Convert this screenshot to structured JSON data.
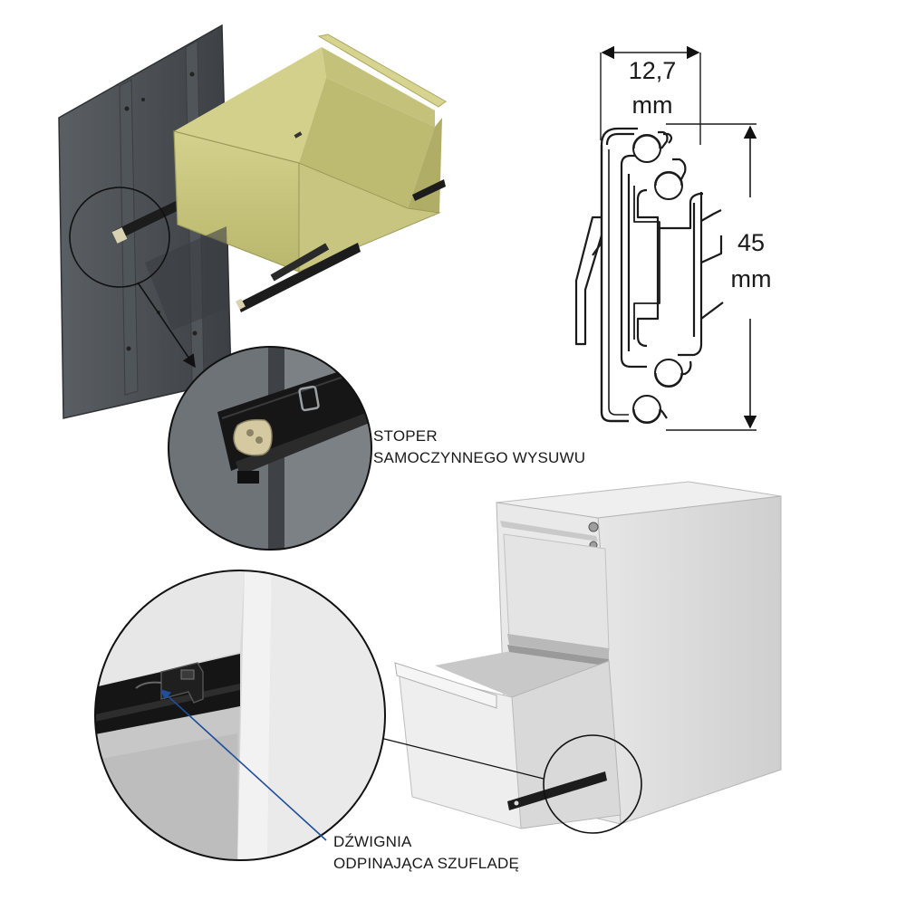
{
  "dimensions": {
    "width_value": "12,7",
    "width_unit": "mm",
    "height_value": "45",
    "height_unit": "mm"
  },
  "callouts": {
    "stopper_line1": "STOPER",
    "stopper_line2": "SAMOCZYNNEGO WYSUWU",
    "lever_line1": "DŹWIGNIA",
    "lever_line2": "ODPINAJĄCA SZUFLADĘ"
  },
  "colors": {
    "drawer_olive": "#c9c77f",
    "panel_dark": "#4a4e52",
    "rail_black": "#1c1c1c",
    "cabinet_grey": "#dcdcdc",
    "leader_blue": "#1f4e9a"
  }
}
